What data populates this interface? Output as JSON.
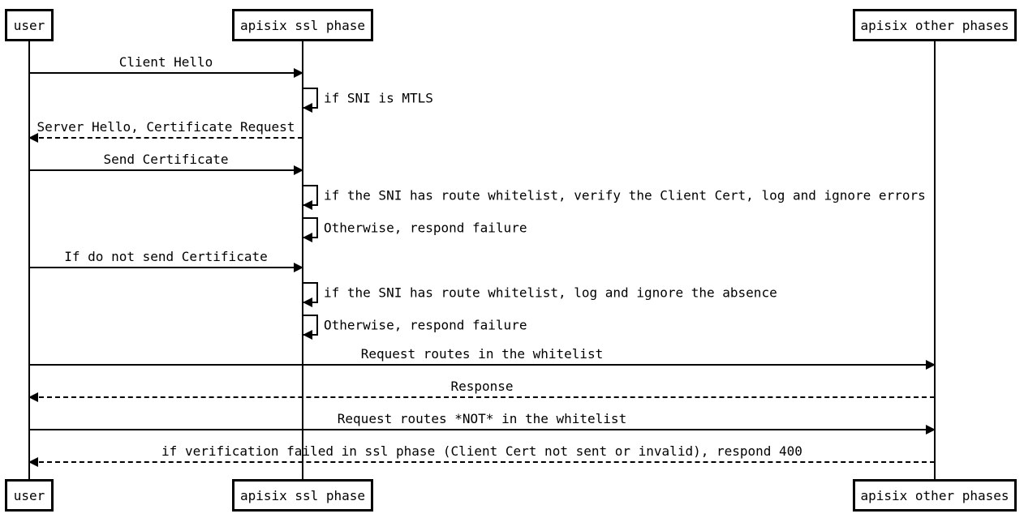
{
  "diagram": {
    "type": "sequence-diagram",
    "background_color": "#ffffff",
    "line_color": "#000000",
    "text_color": "#000000"
  },
  "actors": [
    {
      "id": "user",
      "label": "user"
    },
    {
      "id": "apisix-ssl-phase",
      "label": "apisix ssl phase"
    },
    {
      "id": "apisix-other-phases",
      "label": "apisix other phases"
    }
  ],
  "messages": [
    {
      "from": "user",
      "to": "apisix ssl phase",
      "arrow": "solid-right",
      "label": "Client Hello"
    },
    {
      "actor": "apisix ssl phase",
      "arrow": "self-loop",
      "label": "if SNI is MTLS"
    },
    {
      "from": "apisix ssl phase",
      "to": "user",
      "arrow": "dashed-left",
      "label": "Server Hello, Certificate Request"
    },
    {
      "from": "user",
      "to": "apisix ssl phase",
      "arrow": "solid-right",
      "label": "Send Certificate"
    },
    {
      "actor": "apisix ssl phase",
      "arrow": "self-loop",
      "label": "if the SNI has route whitelist, verify the Client Cert, log and ignore errors"
    },
    {
      "actor": "apisix ssl phase",
      "arrow": "self-loop",
      "label": "Otherwise, respond failure"
    },
    {
      "from": "user",
      "to": "apisix ssl phase",
      "arrow": "solid-right",
      "label": "If do not send Certificate"
    },
    {
      "actor": "apisix ssl phase",
      "arrow": "self-loop",
      "label": "if the SNI has route whitelist, log and ignore the absence"
    },
    {
      "actor": "apisix ssl phase",
      "arrow": "self-loop",
      "label": "Otherwise, respond failure"
    },
    {
      "from": "user",
      "to": "apisix other phases",
      "arrow": "solid-right",
      "label": "Request routes in the whitelist"
    },
    {
      "from": "apisix other phases",
      "to": "user",
      "arrow": "dashed-left",
      "label": "Response"
    },
    {
      "from": "user",
      "to": "apisix other phases",
      "arrow": "solid-right",
      "label": "Request routes *NOT* in the whitelist"
    },
    {
      "from": "apisix other phases",
      "to": "user",
      "arrow": "dashed-left",
      "label": "if verification failed in ssl phase (Client Cert not sent or invalid), respond 400"
    }
  ]
}
